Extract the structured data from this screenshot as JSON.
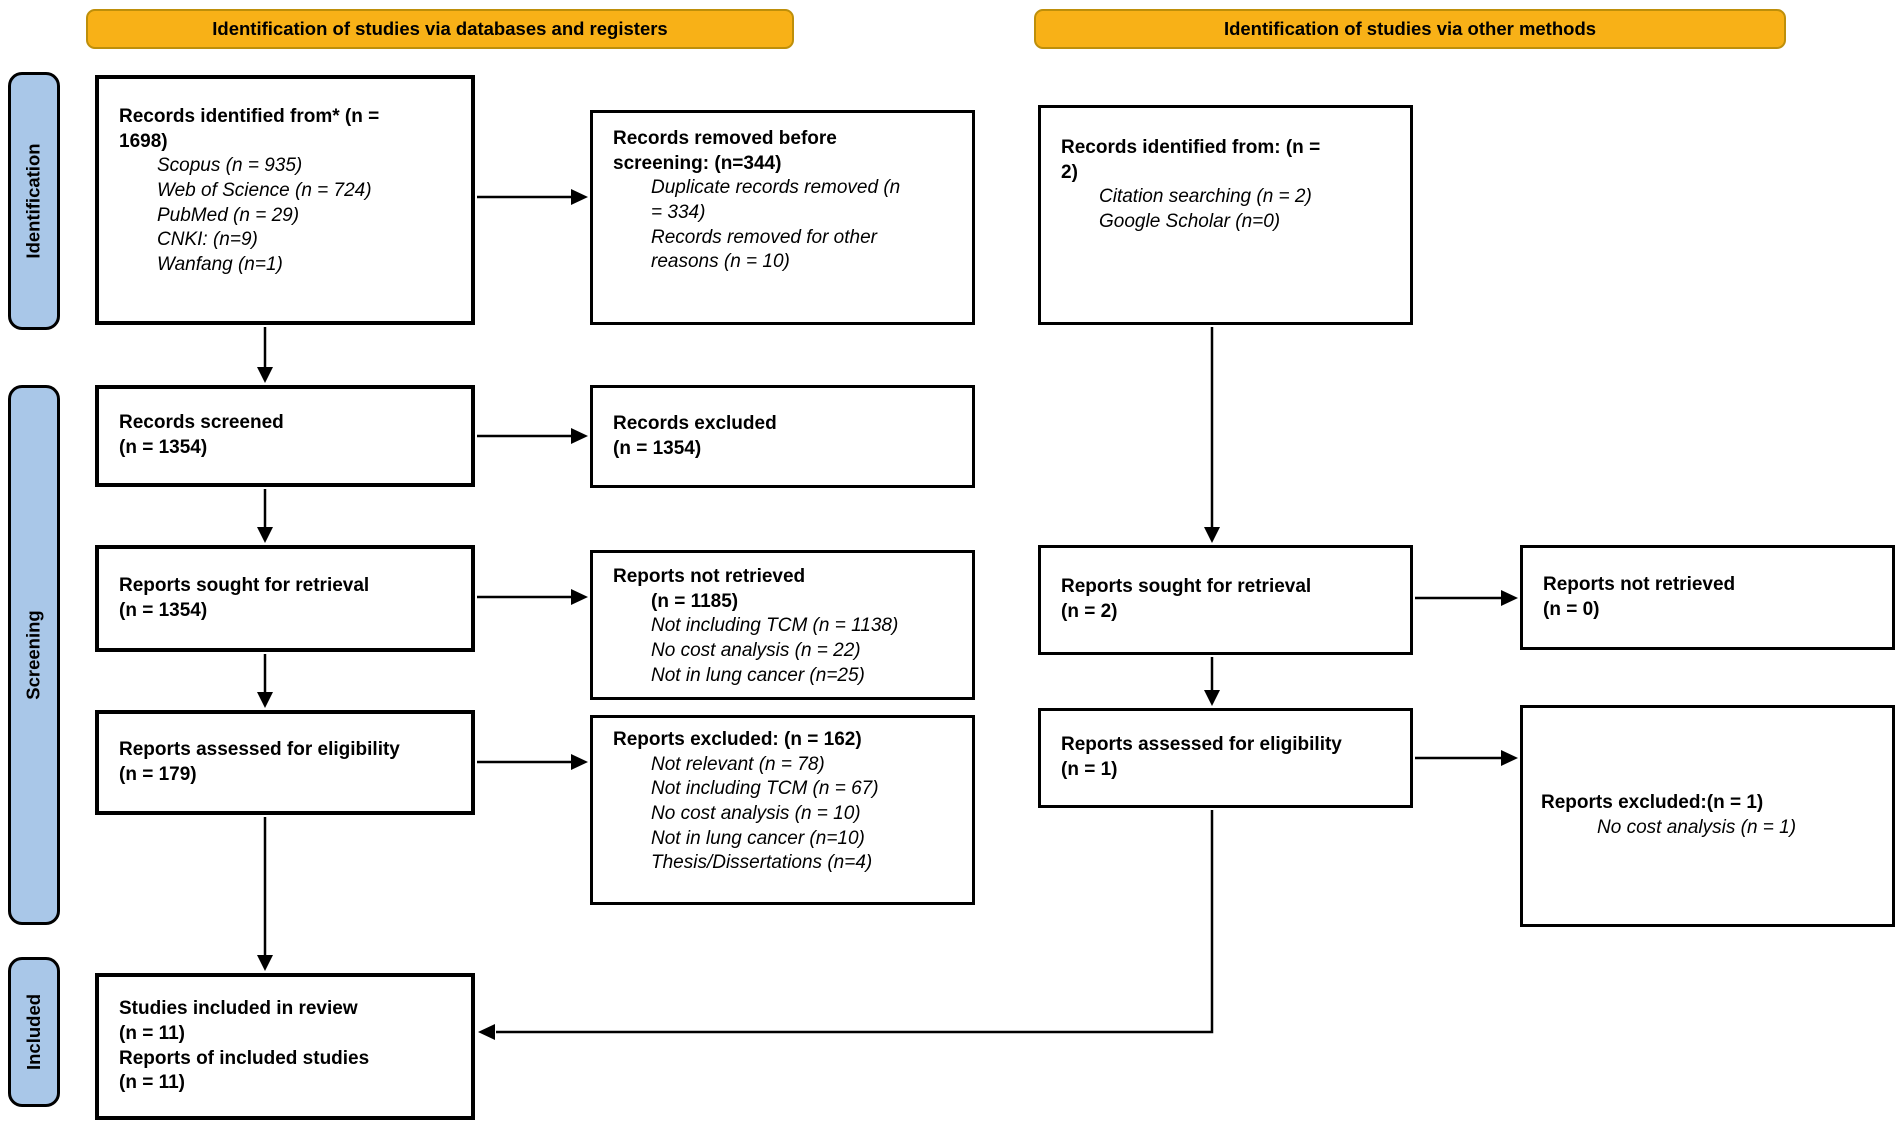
{
  "colors": {
    "banner_fill": "#F8B117",
    "banner_border": "#BE8F0A",
    "stage_fill": "#A9C7E8",
    "box_border": "#000000"
  },
  "banners": {
    "databases": "Identification of studies via databases and registers",
    "other": "Identification of studies via other methods"
  },
  "stages": [
    "Identification",
    "Screening",
    "Included"
  ],
  "boxes": {
    "db_identified": {
      "heading": "Records identified from* (n =\n1698)",
      "items": [
        "Scopus (n = 935)",
        "Web of Science (n = 724)",
        "PubMed (n = 29)",
        "CNKI: (n=9)",
        "Wanfang (n=1)"
      ]
    },
    "db_removed": {
      "heading": "Records removed before\nscreening: (n=344)",
      "items": [
        "Duplicate records removed (n\n= 334)",
        "Records removed for other\nreasons (n = 10)"
      ]
    },
    "db_screened": {
      "text": "Records screened\n(n = 1354)"
    },
    "db_excluded_screening": {
      "text": "Records excluded\n(n = 1354)"
    },
    "db_sought": {
      "text": "Reports sought for retrieval\n(n = 1354)"
    },
    "db_not_retrieved": {
      "heading": "Reports not retrieved",
      "subheading": "(n = 1185)",
      "items": [
        "Not including TCM (n = 1138)",
        "No cost analysis (n = 22)",
        "Not in lung cancer (n=25)"
      ]
    },
    "db_assessed": {
      "text": "Reports assessed for eligibility\n(n = 179)"
    },
    "db_excluded_eligibility": {
      "heading": "Reports excluded: (n = 162)",
      "items": [
        "Not relevant (n = 78)",
        "Not including TCM (n = 67)",
        "No cost analysis (n = 10)",
        "Not in lung cancer (n=10)",
        "Thesis/Dissertations (n=4)"
      ]
    },
    "included": {
      "text": "Studies included in review\n(n = 11)\nReports of included studies\n(n = 11)"
    },
    "other_identified": {
      "heading": "Records identified from: (n =\n2)",
      "items": [
        "Citation searching (n = 2)",
        "Google Scholar (n=0)"
      ]
    },
    "other_sought": {
      "text": "Reports sought for retrieval\n(n = 2)"
    },
    "other_not_retrieved": {
      "text": "Reports not retrieved\n(n = 0)"
    },
    "other_assessed": {
      "text": "Reports assessed for eligibility\n(n = 1)"
    },
    "other_excluded": {
      "heading": "Reports excluded:(n = 1)",
      "items": [
        "No cost analysis (n = 1)"
      ]
    }
  }
}
